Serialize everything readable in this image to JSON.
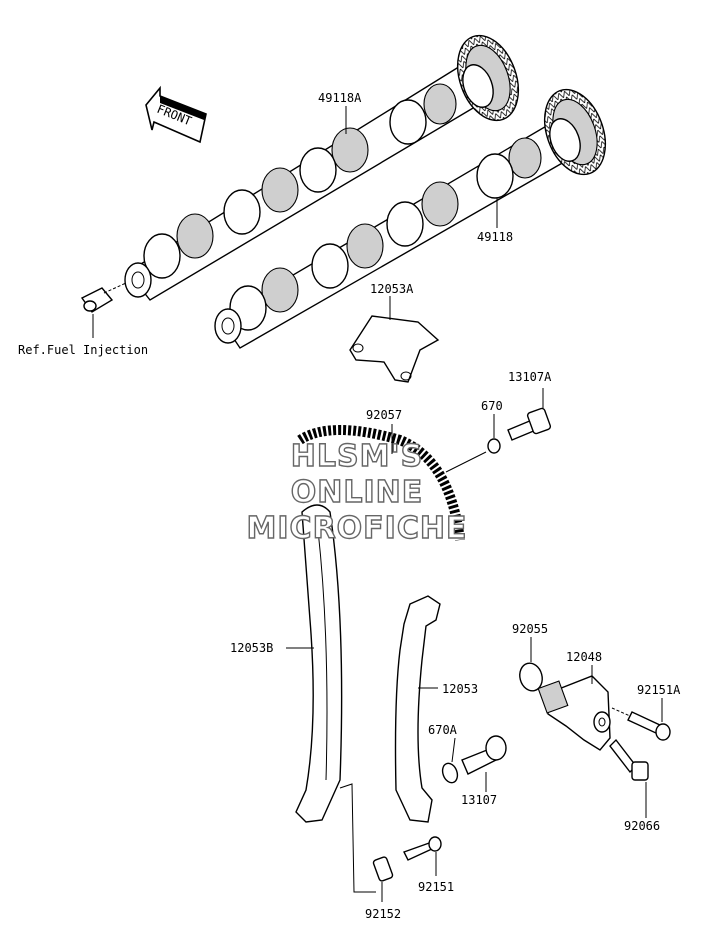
{
  "front_arrow": {
    "label": "FRONT"
  },
  "reference": {
    "label": "Ref.Fuel Injection"
  },
  "watermark": {
    "line1": "HLSM'S",
    "line2": "ONLINE",
    "line3": "MICROFICHE"
  },
  "parts": [
    {
      "id": "49118A",
      "label": "49118A"
    },
    {
      "id": "49118",
      "label": "49118"
    },
    {
      "id": "12053A",
      "label": "12053A"
    },
    {
      "id": "13107A",
      "label": "13107A"
    },
    {
      "id": "670",
      "label": "670"
    },
    {
      "id": "92057",
      "label": "92057"
    },
    {
      "id": "12053B",
      "label": "12053B"
    },
    {
      "id": "12053",
      "label": "12053"
    },
    {
      "id": "92055",
      "label": "92055"
    },
    {
      "id": "12048",
      "label": "12048"
    },
    {
      "id": "92151A",
      "label": "92151A"
    },
    {
      "id": "670A",
      "label": "670A"
    },
    {
      "id": "13107",
      "label": "13107"
    },
    {
      "id": "92066",
      "label": "92066"
    },
    {
      "id": "92151",
      "label": "92151"
    },
    {
      "id": "92152",
      "label": "92152"
    }
  ]
}
